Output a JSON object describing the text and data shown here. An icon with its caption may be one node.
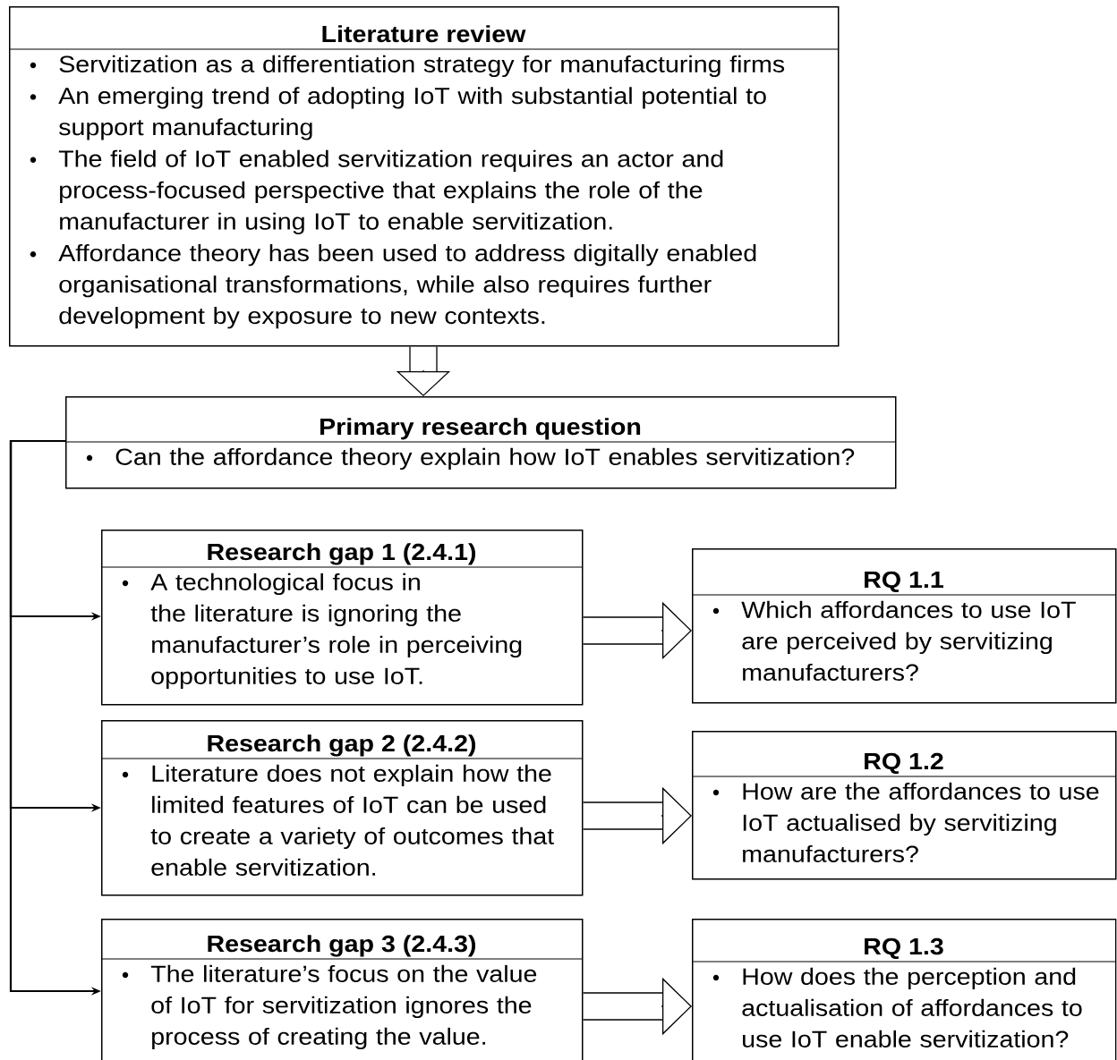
{
  "diagram": {
    "nodes": [
      {
        "text": [
          "Literature review",
          "Servitization as a differentiation strategy for manufacturing firms",
          "An emerging trend of adopting IoT with substantial potential to support manufacturing",
          "The field of IoT enabled servitization requires an actor and process-focused perspective that explains the role of the manufacturer in using IoT to enable servitization.",
          "Affordance theory has been used to address digitally enabled organisational transformations, while also requires further development by exposure to new contexts."
        ]
      },
      {
        "text": [
          "Primary research question",
          "Can the affordance theory explain how IoT enables servitization?"
        ]
      },
      {
        "text": [
          "Research gap 1 (2.4.1)",
          "A technological focus in the literature is ignoring the manufacturer’s role in perceiving opportunities to use IoT."
        ]
      },
      {
        "text": [
          "RQ 1.1",
          "Which affordances to use IoT are perceived by servitizing manufacturers?"
        ]
      },
      {
        "text": [
          "Research gap 2 (2.4.2)",
          "Literature does not explain how the limited features of IoT can be used to create a variety of outcomes that enable servitization."
        ]
      },
      {
        "text": [
          "RQ 1.2",
          "How are the affordances to use IoT actualised by servitizing manufacturers?"
        ]
      },
      {
        "text": [
          "Research gap 3 (2.4.3)",
          "The literature’s focus on the value of IoT for servitization ignores the process of creating the value."
        ]
      },
      {
        "text": [
          "RQ 1.3",
          "How does the perception and actualisation of affordances to use IoT enable servitization?"
        ]
      }
    ],
    "edges": [
      {
        "from": 0,
        "to": 1,
        "arrow": "to"
      },
      {
        "from": 1,
        "to": 2,
        "arrow": "to"
      },
      {
        "from": 1,
        "to": 4,
        "arrow": "to"
      },
      {
        "from": 1,
        "to": 6,
        "arrow": "to"
      },
      {
        "from": 2,
        "to": 3,
        "arrow": "to"
      },
      {
        "from": 4,
        "to": 5,
        "arrow": "to"
      },
      {
        "from": 6,
        "to": 7,
        "arrow": "to"
      }
    ]
  }
}
